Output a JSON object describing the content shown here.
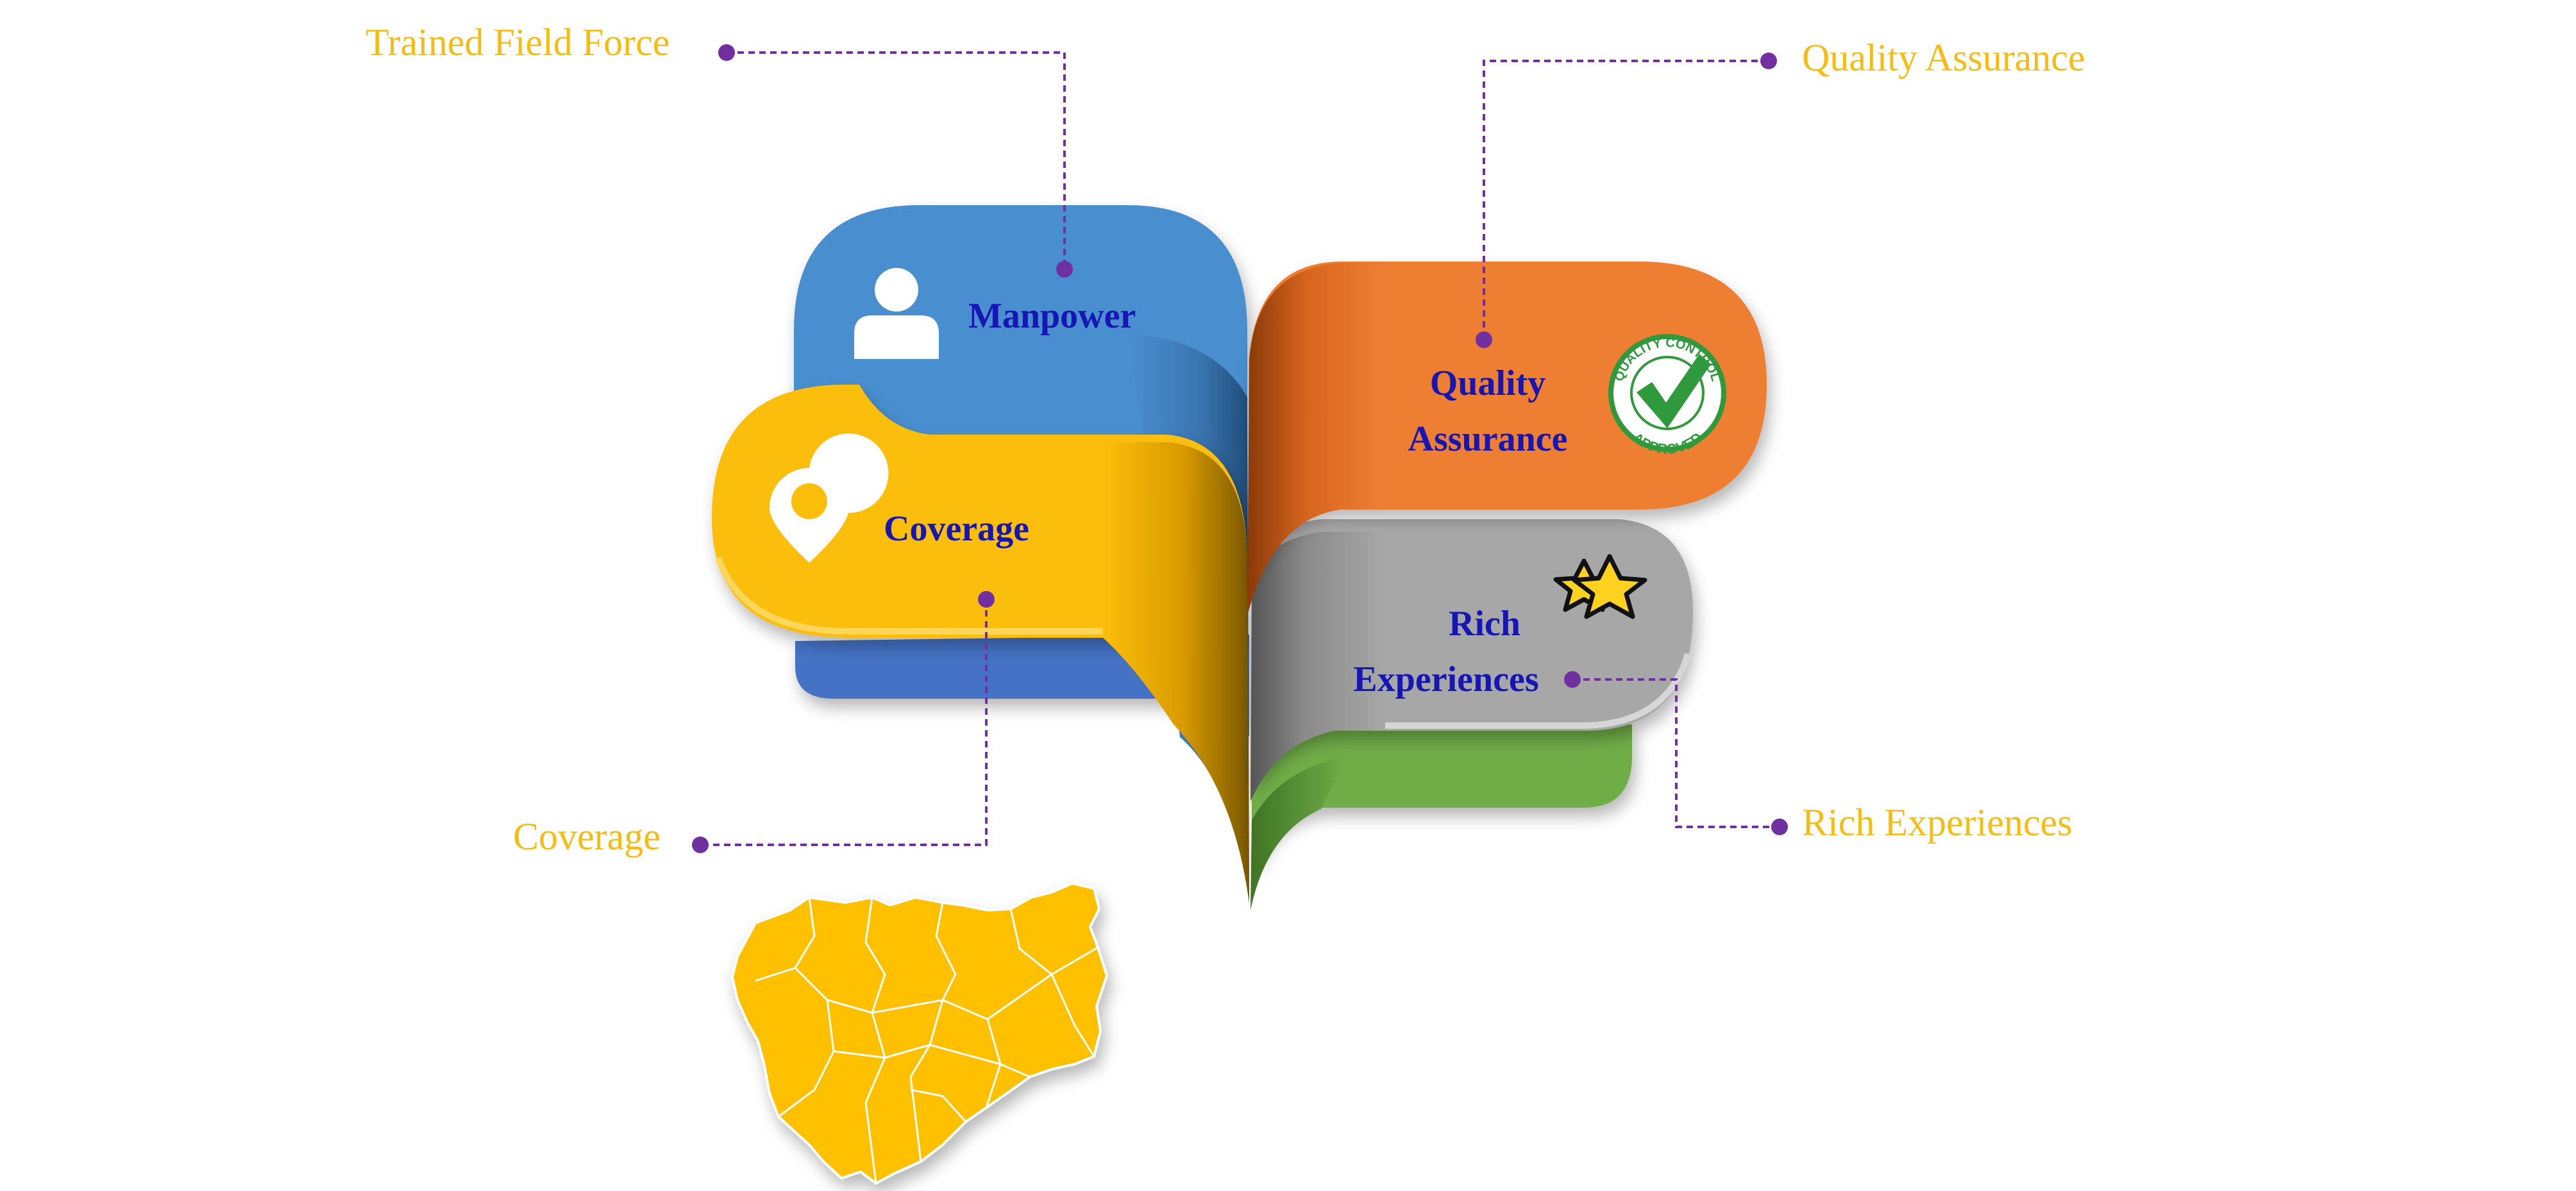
{
  "callouts": {
    "trained_field_force": "Trained Field Force",
    "quality_assurance": "Quality Assurance",
    "coverage": "Coverage",
    "rich_experiences": "Rich Experiences"
  },
  "cards": {
    "manpower": {
      "label": "Manpower",
      "color": "#4A8FD0",
      "icon": "person-icon"
    },
    "coverage": {
      "label": "Coverage",
      "color": "#FBBE0A",
      "icon": "location-pin-icon"
    },
    "quality": {
      "line1": "Quality",
      "line2": "Assurance",
      "color": "#EE7E33",
      "icon": "quality-control-approved-seal"
    },
    "rich": {
      "line1": "Rich",
      "line2": "Experiences",
      "color": "#A7A7A7",
      "icon": "two-stars-icon"
    }
  },
  "seal_text": {
    "top": "QUALITY CONTROL",
    "bottom": "APPROVED"
  },
  "colors": {
    "callout_text": "#F7BC12",
    "card_text": "#1616B4",
    "connector": "#7030A0",
    "under_blue": "#4472C4",
    "under_green": "#70AD47",
    "map": "#FFC000"
  }
}
